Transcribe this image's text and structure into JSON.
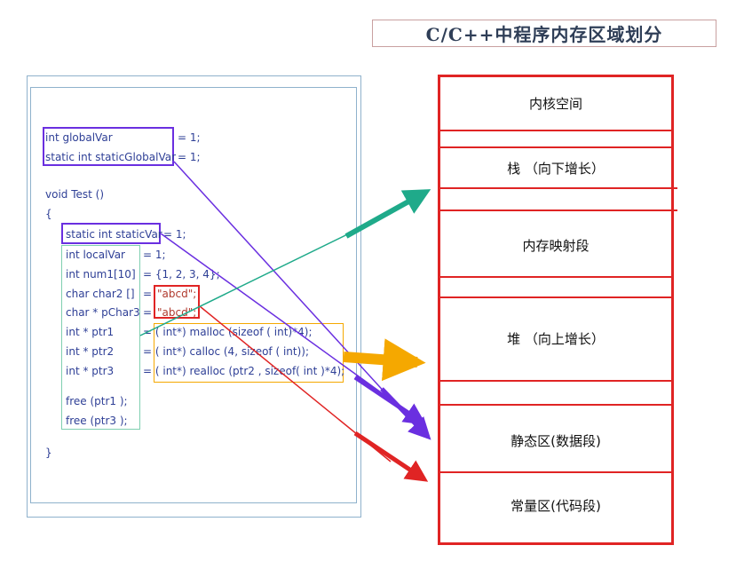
{
  "title": "C/C++中程序内存区域划分",
  "code": {
    "global_var": "int globalVar",
    "global_var_tail": "= 1;",
    "static_global": "static int staticGlobalVar",
    "static_global_tail": "= 1;",
    "func_sig": "void Test ()",
    "open_brace": "{",
    "static_local": "static int staticVar",
    "static_local_tail": "= 1;",
    "local_var": "int localVar",
    "local_var_tail": "= 1;",
    "num1": "int num1[10]",
    "num1_tail": "= {1, 2, 3, 4};",
    "char2": "char char2 []",
    "char2_eq": "=",
    "char2_val": "\"abcd\";",
    "pchar3": "char * pChar3",
    "pchar3_eq": "=",
    "pchar3_val": "\"abcd\";",
    "ptr1": "int * ptr1",
    "ptr1_tail": "= ( int*) malloc (sizeof ( int)*4);",
    "ptr2": "int * ptr2",
    "ptr2_tail": "= ( int*) calloc (4, sizeof ( int));",
    "ptr3": "int * ptr3",
    "ptr3_tail": "= ( int*) realloc (ptr2 , sizeof( int )*4);",
    "free1": "free (ptr1 );",
    "free3": "free (ptr3 );",
    "close_brace": "}"
  },
  "memory_regions": {
    "kernel": "内核空间",
    "stack": "栈 （向下增长）",
    "mmap": "内存映射段",
    "heap": "堆 （向上增长）",
    "data": "静态区(数据段)",
    "const": "常量区(代码段)"
  },
  "colors": {
    "purple": "#6a2fe0",
    "teal": "#1faa8a",
    "orange": "#f5a800",
    "red": "#e02424",
    "box_green": "#7fcfb0",
    "box_purple": "#6a2fe0",
    "box_orange": "#f5a800",
    "box_red": "#e02424"
  }
}
